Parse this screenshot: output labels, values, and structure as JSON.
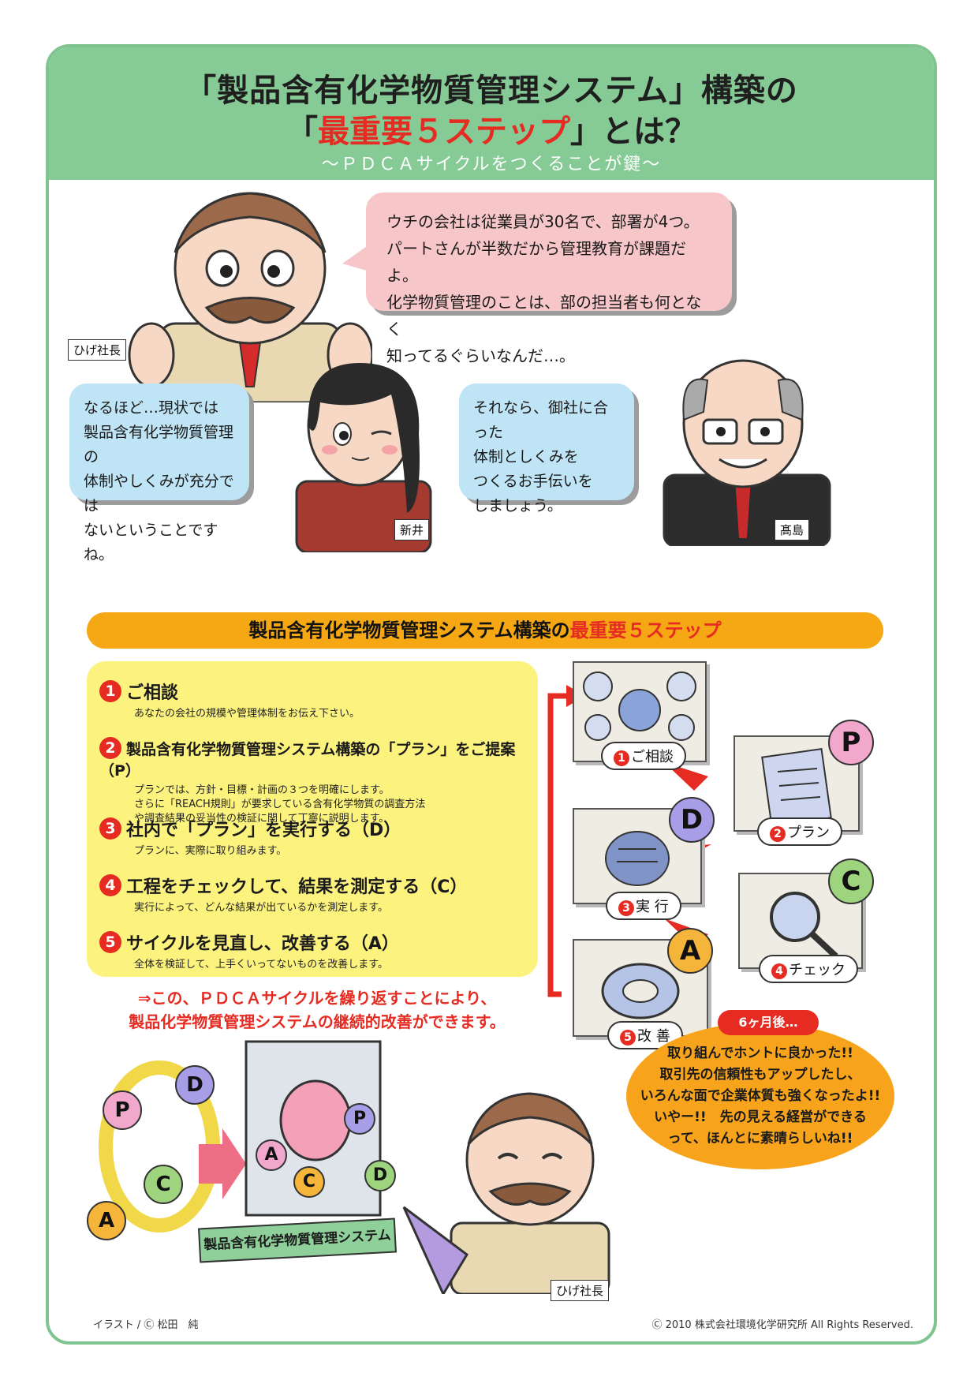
{
  "header": {
    "title_line1": "「製品含有化学物質管理システム」構築の",
    "title_line2_pre": "「",
    "title_line2_red": "最重要５ステップ",
    "title_line2_post": "」とは？",
    "subtitle": "〜ＰＤＣＡサイクルをつくることが鍵〜"
  },
  "dialogue": {
    "boss": {
      "name": "ひげ社長",
      "lines": [
        "ウチの会社は従業員が30名で、部署が4つ。",
        "パートさんが半数だから管理教育が課題だよ。",
        "化学物質管理のことは、部の担当者も何となく",
        "知ってるぐらいなんだ…。"
      ]
    },
    "arai": {
      "name": "新井",
      "lines": [
        "なるほど…現状では",
        "製品含有化学物質管理の",
        "体制やしくみが充分では",
        "ないということですね。"
      ]
    },
    "takashima": {
      "name": "髙島",
      "lines": [
        "それなら、御社に合った",
        "体制としくみを",
        "つくるお手伝いを",
        "しましょう。"
      ]
    }
  },
  "steps_band": {
    "pre": "製品含有化学物質管理システム構築の",
    "red": "最重要５ステップ"
  },
  "steps": [
    {
      "num": "1",
      "head": "ご相談",
      "desc": [
        "あなたの会社の規模や管理体制をお伝え下さい。"
      ]
    },
    {
      "num": "2",
      "head": "製品含有化学物質管理システム構築の「プラン」をご提案（P）",
      "desc": [
        "プランでは、方針・目標・計画の３つを明確にします。",
        "さらに「REACH規則」が要求している含有化学物質の調査方法",
        "や調査結果の妥当性の検証に関して丁寧に説明します。"
      ]
    },
    {
      "num": "3",
      "head": "社内で「プラン」を実行する（D）",
      "desc": [
        "プランに、実際に取り組みます。"
      ]
    },
    {
      "num": "4",
      "head": "工程をチェックして、結果を測定する（C）",
      "desc": [
        "実行によって、どんな結果が出ているかを測定します。"
      ]
    },
    {
      "num": "5",
      "head": "サイクルを見直し、改善する（A）",
      "desc": [
        "全体を検証して、上手くいってないものを改善します。"
      ]
    }
  ],
  "pdca_note": [
    "⇒この、ＰＤＣＡサイクルを繰り返すことにより、",
    "製品化学物質管理システムの継続的改善ができます。"
  ],
  "cycle_panels": [
    {
      "num": "1",
      "label": "ご相談"
    },
    {
      "num": "2",
      "label": "プラン",
      "letter": "P"
    },
    {
      "num": "3",
      "label": "実 行",
      "letter": "D"
    },
    {
      "num": "4",
      "label": "チェック",
      "letter": "C"
    },
    {
      "num": "5",
      "label": "改 善",
      "letter": "A"
    }
  ],
  "bottom": {
    "system_label": "製品含有化学物質管理システム",
    "pdca_letters": [
      "P",
      "D",
      "C",
      "A"
    ],
    "after_label": "6ヶ月後…",
    "boss_lines": [
      "取り組んでホントに良かった!!",
      "取引先の信頼性もアップしたし、",
      "いろんな面で企業体質も強くなったよ!!",
      "いやー!!　先の見える経営ができる",
      "って、ほんとに素晴らしいね!!"
    ],
    "boss_name": "ひげ社長"
  },
  "footer": {
    "illust": "イラスト / Ⓒ 松田　純",
    "copyright": "Ⓒ 2010 株式会社環境化学研究所 All Rights Reserved."
  },
  "colors": {
    "frame_green": "#86ca95",
    "accent_red": "#e52b22",
    "band_orange": "#f5a814",
    "steps_yellow": "#fcf27e"
  }
}
